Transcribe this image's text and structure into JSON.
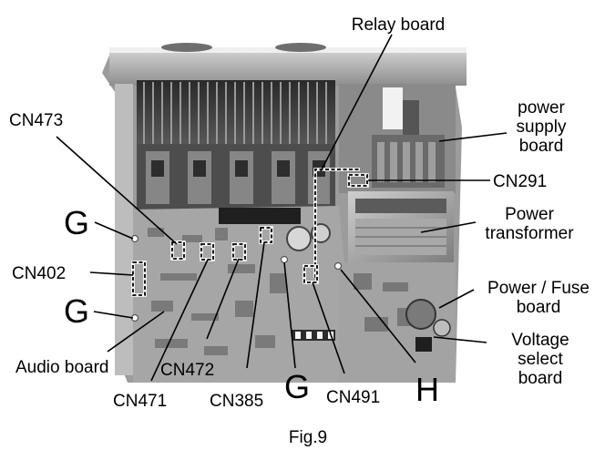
{
  "figure": {
    "caption": "Fig.9"
  },
  "labels": {
    "relay_board": "Relay board",
    "cn473": "CN473",
    "power_supply_board": [
      "power",
      "supply",
      "board"
    ],
    "cn291": "CN291",
    "g": "G",
    "power_transformer": [
      "Power",
      "transformer"
    ],
    "cn402": "CN402",
    "power_fuse_board": [
      "Power / Fuse",
      "board"
    ],
    "voltage_select_board": [
      "Voltage",
      "select",
      "board"
    ],
    "audio_board": "Audio board",
    "cn472": "CN472",
    "cn471": "CN471",
    "cn385": "CN385",
    "cn491": "CN491",
    "h": "H"
  }
}
